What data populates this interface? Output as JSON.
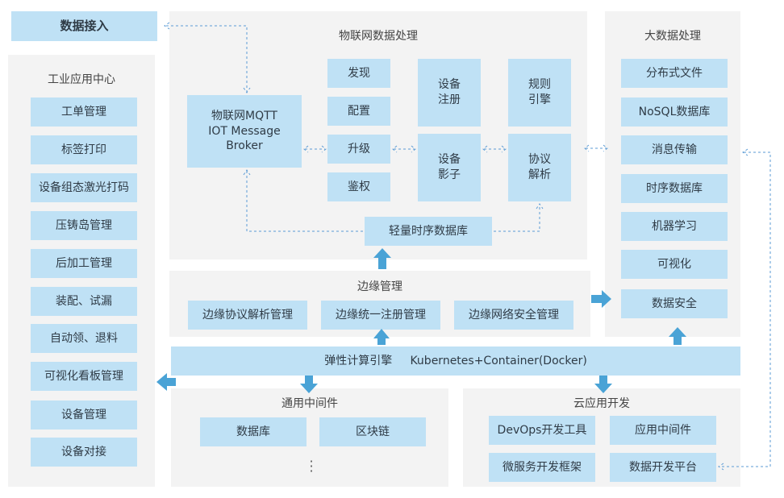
{
  "data_access": {
    "label": "数据接入"
  },
  "industrial": {
    "title": "工业应用中心",
    "items": [
      "工单管理",
      "标签打印",
      "设备组态激光打码",
      "压铸岛管理",
      "后加工管理",
      "装配、试漏",
      "自动领、退料",
      "可视化看板管理",
      "设备管理",
      "设备对接"
    ]
  },
  "iot": {
    "title": "物联网数据处理",
    "mqtt": "物联网MQTT\nIOT Message\nBroker",
    "functions": [
      "发现",
      "配置",
      "升级",
      "鉴权"
    ],
    "device_register": "设备\n注册",
    "device_shadow": "设备\n影子",
    "rule_engine": "规则\n引擎",
    "protocol_parse": "协议\n解析",
    "tsdb_light": "轻量时序数据库"
  },
  "bigdata": {
    "title": "大数据处理",
    "items": [
      "分布式文件",
      "NoSQL数据库",
      "消息传输",
      "时序数据库",
      "机器学习",
      "可视化",
      "数据安全"
    ]
  },
  "edge": {
    "title": "边缘管理",
    "items": [
      "边缘协议解析管理",
      "边缘统一注册管理",
      "边缘网络安全管理"
    ]
  },
  "engine": {
    "label": "弹性计算引擎     Kubernetes+Container(Docker)"
  },
  "middleware": {
    "title": "通用中间件",
    "items": [
      "数据库",
      "区块链"
    ]
  },
  "cloud": {
    "title": "云应用开发",
    "items": [
      "DevOps开发工具",
      "应用中间件",
      "微服务开发框架",
      "数据开发平台"
    ]
  }
}
